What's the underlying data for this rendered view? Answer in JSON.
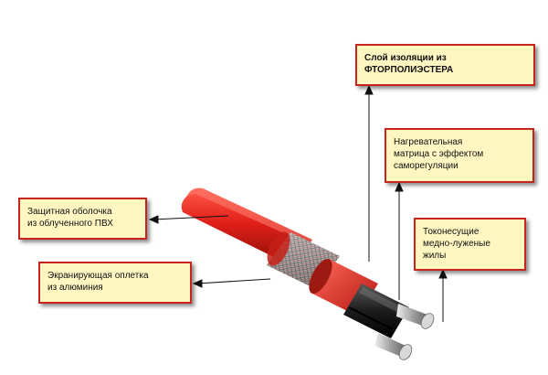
{
  "labels": {
    "insulation": {
      "line1": "Слой изоляции из",
      "line2": "ФТОРПОЛИЭСТЕРА"
    },
    "matrix": {
      "line1": "Нагревательная",
      "line2": "матрица с эффектом",
      "line3": "саморегуляции"
    },
    "cores": {
      "line1": "Токонесущие",
      "line2": "медно-луженые",
      "line3": "жилы"
    },
    "sheath": {
      "line1": "Защитная оболочка",
      "line2": "из облученного ПВХ"
    },
    "braid": {
      "line1": "Экранирующая оплетка",
      "line2": "из алюминия"
    }
  },
  "colors": {
    "label_fill": "#fff6c2",
    "label_border": "#c6241c",
    "cable_red": "#e0201a",
    "braid": "#a8a8a8",
    "matrix": "#1a1a1a",
    "cores": "#c8c8c8"
  }
}
